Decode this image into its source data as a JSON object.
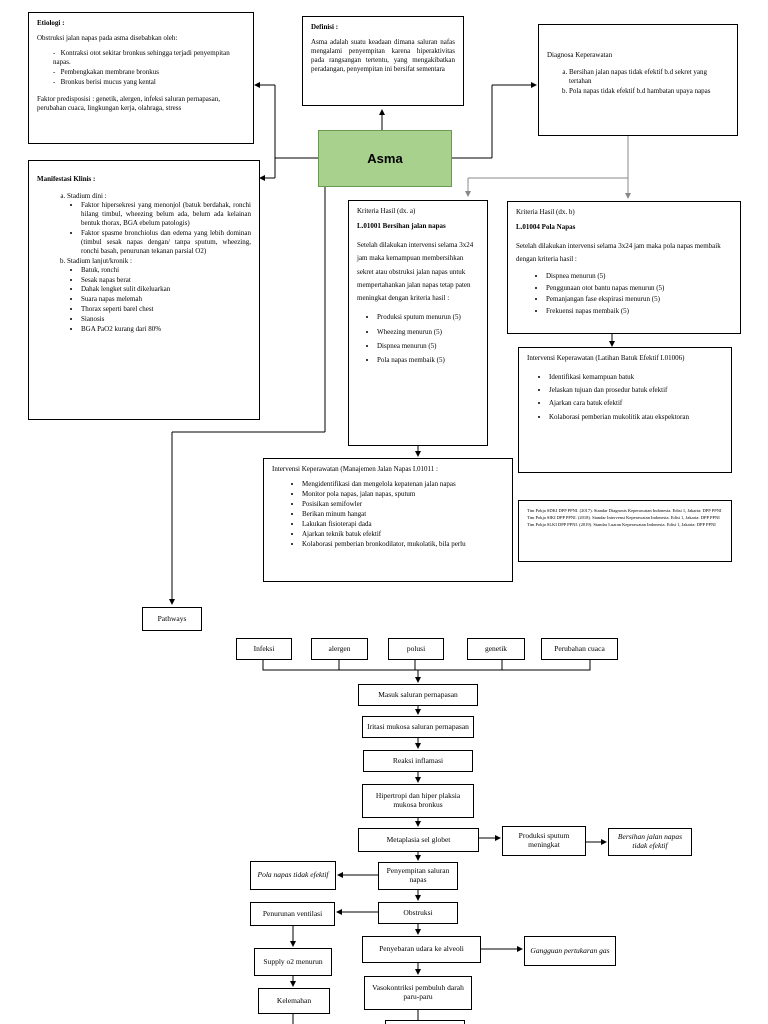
{
  "center": {
    "label": "Asma"
  },
  "etiologi": {
    "title": "Etiologi :",
    "intro": "Obstruksi jalan napas pada asma disebabkan oleh:",
    "items": [
      "Kontraksi otot sekitar bronkus sehingga terjadi penyempitan napas.",
      "Pembengkakan membrane bronkus",
      "Bronkus berisi mucus yang kental"
    ],
    "faktor": "Faktor predisposisi : genetik, alergen, infeksi saluran pernapasan, perubahan cuaca, lingkungan kerja, olahraga, stress"
  },
  "definisi": {
    "title": "Definisi :",
    "text": "Asma adalah suatu keadaan dimana saluran nafas mengalami penyempitan karena hiperaktivitas pada rangsangan tertentu, yang mengakibatkan peradangan, penyempitan ini bersifat sementara"
  },
  "diagnosa": {
    "title": "Diagnosa Keperawatan",
    "items": [
      "Bersihan jalan napas tidak efektif b.d sekret yang tertahan",
      "Pola napas tidak efektif b.d hambatan upaya napas"
    ]
  },
  "manifestasi": {
    "title": "Manifestasi Klinis :",
    "a_label": "Stadium dini :",
    "a_items": [
      "Faktor hipersekresi yang menonjol (batuk berdahak, ronchi hilang timbul, wheezing belum ada, belum ada kelainan bentuk thorax, BGA ebelum patologis)",
      "Faktor spasme bronchiolus dan edema yang lebih dominan (timbul sesak napas dengan/ tanpa sputum, wheezing, ronchi basah, penurunan tekanan parsial O2)"
    ],
    "b_label": "Stadium lanjut/kronik :",
    "b_items": [
      "Batuk, ronchi",
      "Sesak napas berat",
      "Dahak lengket sulit dikeluarkan",
      "Suara napas melemah",
      "Thorax seperti barel chest",
      "Sianosis",
      "BGA PaO2 kurang dari 80%"
    ]
  },
  "kriteria_a": {
    "title": "Kriteria Hasil (dx. a)",
    "code": "L.01001 Bersihan jalan napas",
    "text": "Setelah dilakukan intervensi selama 3x24 jam maka kemampuan membersihkan sekret atau obstruksi jalan napas untuk mempertahankan jalan napas tetap paten meningkat dengan kriteria hasil :",
    "items": [
      "Produksi sputum menurun (5)",
      "Wheezing menurun (5)",
      "Dispnea menurun (5)",
      "Pola napas membaik (5)"
    ]
  },
  "kriteria_b": {
    "title": "Kriteria Hasil (dx. b)",
    "code": "L.01004 Pola Napas",
    "text": "Setelah dilakukan intervensi selama 3x24 jam maka pola napas membaik dengan kriteria hasil :",
    "items": [
      "Dispnea menurun (5)",
      "Penggunaan otot bantu napas menurun (5)",
      "Pemanjangan fase ekspirasi menurun (5)",
      "Frekuensi napas membaik (5)"
    ]
  },
  "intervensi_batuk": {
    "title": "Intervensi Keperawatan (Latihan Batuk Efektif I.01006)",
    "items": [
      "Identifikasi kemampuan batuk",
      "Jelaskan tujuan dan prosedur batuk efektif",
      "Ajarkan cara batuk efektif",
      "Kolaborasi pemberian mukolitik atau ekspektoran"
    ]
  },
  "intervensi_napas": {
    "title": "Intervensi Keperawatan (Manajemen Jalan Napas I.01011 :",
    "items": [
      "Mengidentifikasi dan mengelola kepatenan jalan napas",
      "Monitor pola napas, jalan napas, sputum",
      "Posisikan semifowler",
      "Berikan minum hangat",
      "Lakukan fisioterapi dada",
      "Ajarkan teknik batuk efektif",
      "Kolaborasi pemberian bronkodilator, mukolatik, bila perlu"
    ]
  },
  "references": [
    "Tim Pokja SDKI DPP PPNI. (2017). Standar Diagnosis Keperawatan Indonesia. Edisi 1, Jakarta: DPP PPNI",
    "Tim Pokja SIKI DPP PPNI. (2018). Standar Intervensi Keperawatan Indonesia. Edisi 1, Jakarta: DPP PPNI",
    "Tim Pokja SLKI DPP PPNI. (2019). Standar Luaran Keperawatan Indonesia. Edisi 1, Jakarta: DPP PPNI"
  ],
  "pathways": {
    "label": "Pathways",
    "causes": [
      "Infeksi",
      "alergen",
      "polusi",
      "genetik",
      "Perubahan cuaca"
    ],
    "steps": {
      "masuk": "Masuk saluran pernapasan",
      "iritasi": "Iritasi mukosa saluran pernapasan",
      "reaksi": "Reaksi inflamasi",
      "hipertropi": "Hipertropi dan hiper plaksia mukosa bronkus",
      "metaplasia": "Metaplasia sel globet",
      "produksi": "Produksi sputum meningkat",
      "bersihan": "Bersihan jalan napas tidak efektif",
      "pola": "Pola napas tidak efektif",
      "penyempitan": "Penyempitan saluran napas",
      "obstruksi": "Obstruksi",
      "penurunan": "Penurunan ventilasi",
      "penyebaran": "Penyebaran udara ke alveoli",
      "gangguan": "Gangguan pertukaran gas",
      "supply": "Supply o2 menurun",
      "vasokontriksi": "Vasokontriksi pembuluh darah paru-paru",
      "kelemahan": "Kelemahan"
    }
  }
}
